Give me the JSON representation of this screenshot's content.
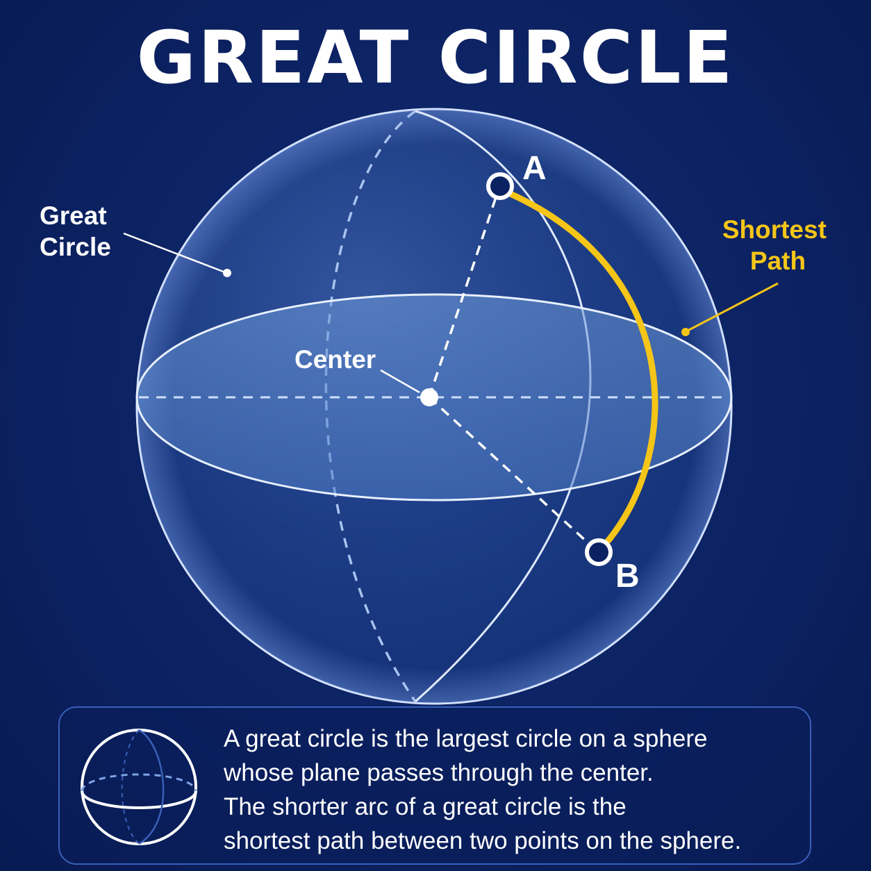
{
  "title": "GREAT CIRCLE",
  "labels": {
    "great_circle": [
      "Great",
      "Circle"
    ],
    "shortest_path": [
      "Shortest",
      "Path"
    ],
    "center": "Center",
    "point_a": "A",
    "point_b": "B"
  },
  "info": {
    "lines": [
      "A great circle is the largest circle on a sphere",
      "whose plane passes through the center.",
      "The shorter arc of a great circle is the",
      "shortest path between two points on the sphere."
    ]
  },
  "colors": {
    "background": "#0b2262",
    "path_highlight": "#f5c518",
    "outline": "#dfe9ff"
  }
}
